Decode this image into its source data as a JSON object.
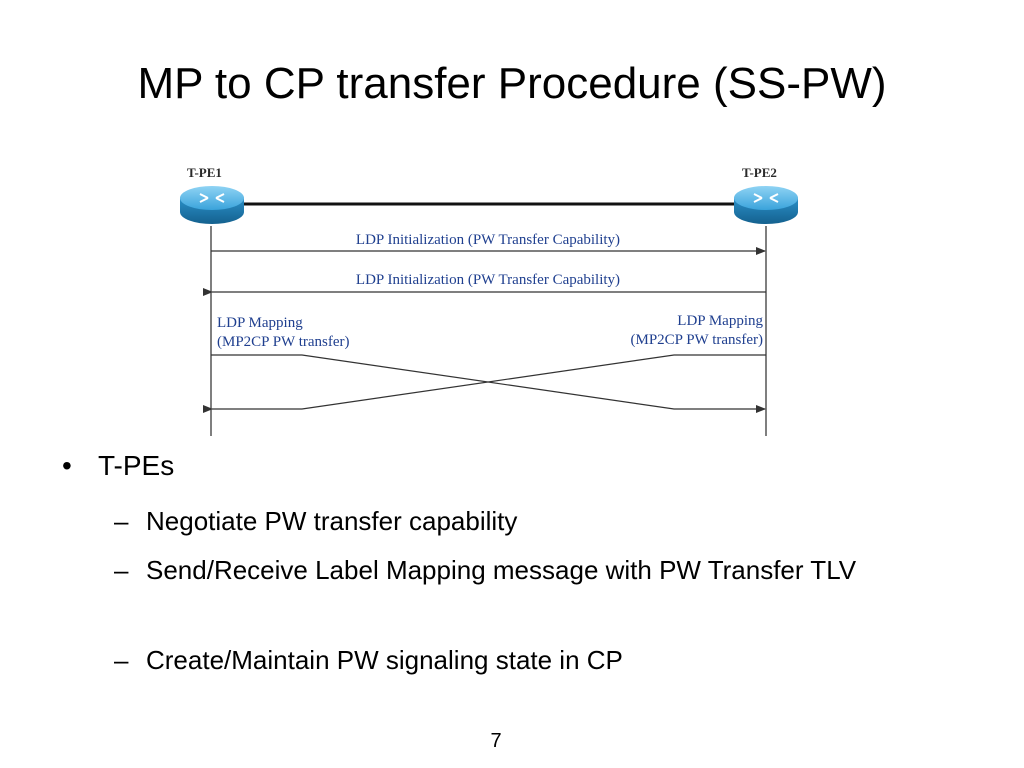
{
  "slide": {
    "title": "MP to CP transfer Procedure (SS-PW)",
    "page_number": "7"
  },
  "diagram": {
    "left_router": "T-PE1",
    "right_router": "T-PE2",
    "messages": [
      "LDP Initialization (PW Transfer Capability)",
      "LDP Initialization (PW Transfer Capability)"
    ],
    "left_mapping": [
      "LDP Mapping",
      "(MP2CP PW transfer)"
    ],
    "right_mapping": [
      "LDP Mapping",
      "(MP2CP PW transfer)"
    ],
    "colors": {
      "label": "#1f3f8f",
      "router_top": "#5ab8e6",
      "router_side": "#1f7fb6"
    }
  },
  "bullets": {
    "heading": "T-PEs",
    "items": [
      "Negotiate PW transfer capability",
      "Send/Receive Label Mapping message with PW Transfer TLV",
      "Create/Maintain PW signaling state in CP"
    ],
    "bullet_glyph": "•",
    "dash_glyph": "–"
  }
}
